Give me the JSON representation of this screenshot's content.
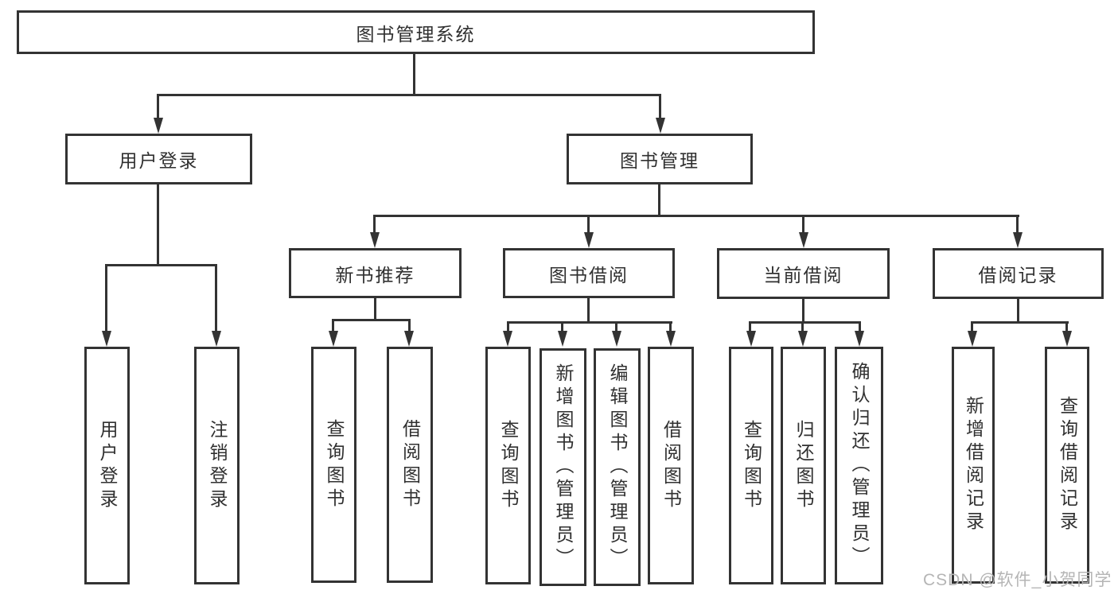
{
  "diagram": {
    "title": "图书管理系统",
    "level2": {
      "user_login": "用户登录",
      "book_management": "图书管理"
    },
    "level3": {
      "new_book_recommendation": "新书推荐",
      "book_borrowing": "图书借阅",
      "current_borrowing": "当前借阅",
      "borrowing_records": "借阅记录"
    },
    "leaves": {
      "user_login_children": [
        "用户登录",
        "注销登录"
      ],
      "new_book_children": [
        "查询图书",
        "借阅图书"
      ],
      "book_borrowing_children": [
        "查询图书",
        "新增图书（管理员）",
        "编辑图书（管理员）",
        "借阅图书"
      ],
      "current_borrowing_children": [
        "查询图书",
        "归还图书",
        "确认归还（管理员）"
      ],
      "borrowing_records_children": [
        "新增借阅记录",
        "查询借阅记录"
      ]
    }
  },
  "watermark": "CSDN @软件_小贺同学",
  "colors": {
    "line": "#333333",
    "text": "#303030",
    "background": "#ffffff",
    "watermark": "#b5b5b5"
  }
}
